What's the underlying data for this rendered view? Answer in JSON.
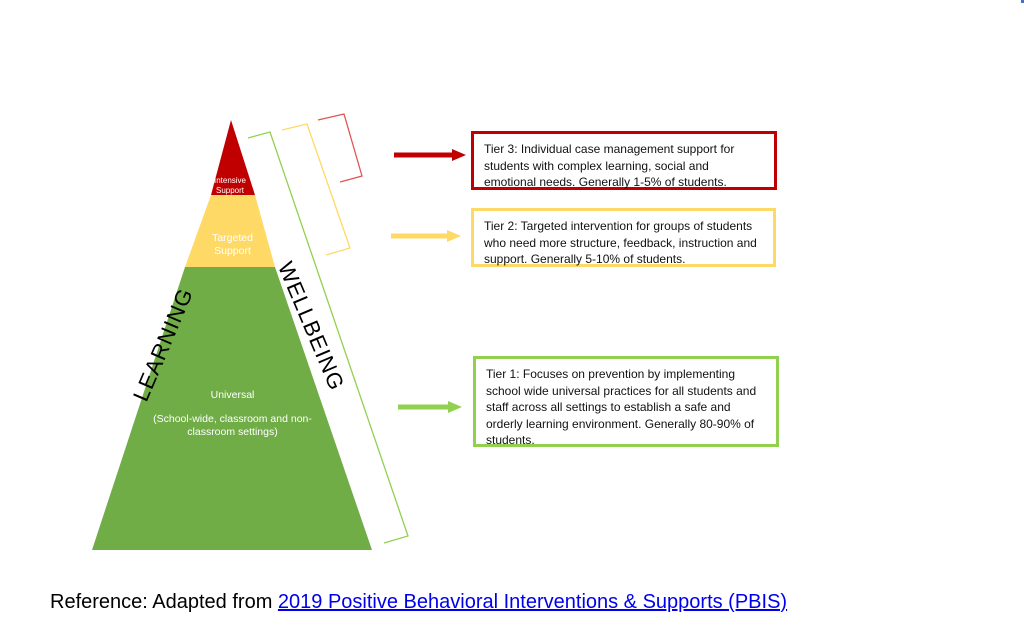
{
  "pyramid": {
    "tiers": [
      {
        "name": "Intensive Support",
        "color": "#c00000"
      },
      {
        "name": "Targeted Support",
        "color": "#ffd966"
      },
      {
        "name": "Universal",
        "detail": "(School-wide, classroom and non-classroom settings)",
        "color": "#70ad47"
      }
    ],
    "left_label": "LEARNING",
    "right_label": "WELLBEING"
  },
  "tier_descriptions": {
    "tier3": "Tier 3: Individual case management support for students with complex learning, social and emotional needs. Generally 1-5% of students.",
    "tier2": "Tier 2: Targeted intervention for groups of students who need more structure, feedback, instruction and support. Generally 5-10% of students.",
    "tier1": "Tier 1: Focuses on prevention by implementing school wide universal practices for all students and staff across all settings to establish a safe and orderly learning environment. Generally 80-90% of students."
  },
  "colors": {
    "tier3": "#c00000",
    "tier2": "#ffd966",
    "tier1": "#92d050"
  },
  "reference": {
    "prefix": "Reference: Adapted from ",
    "link_text": "2019 Positive Behavioral Interventions & Supports (PBIS)"
  }
}
